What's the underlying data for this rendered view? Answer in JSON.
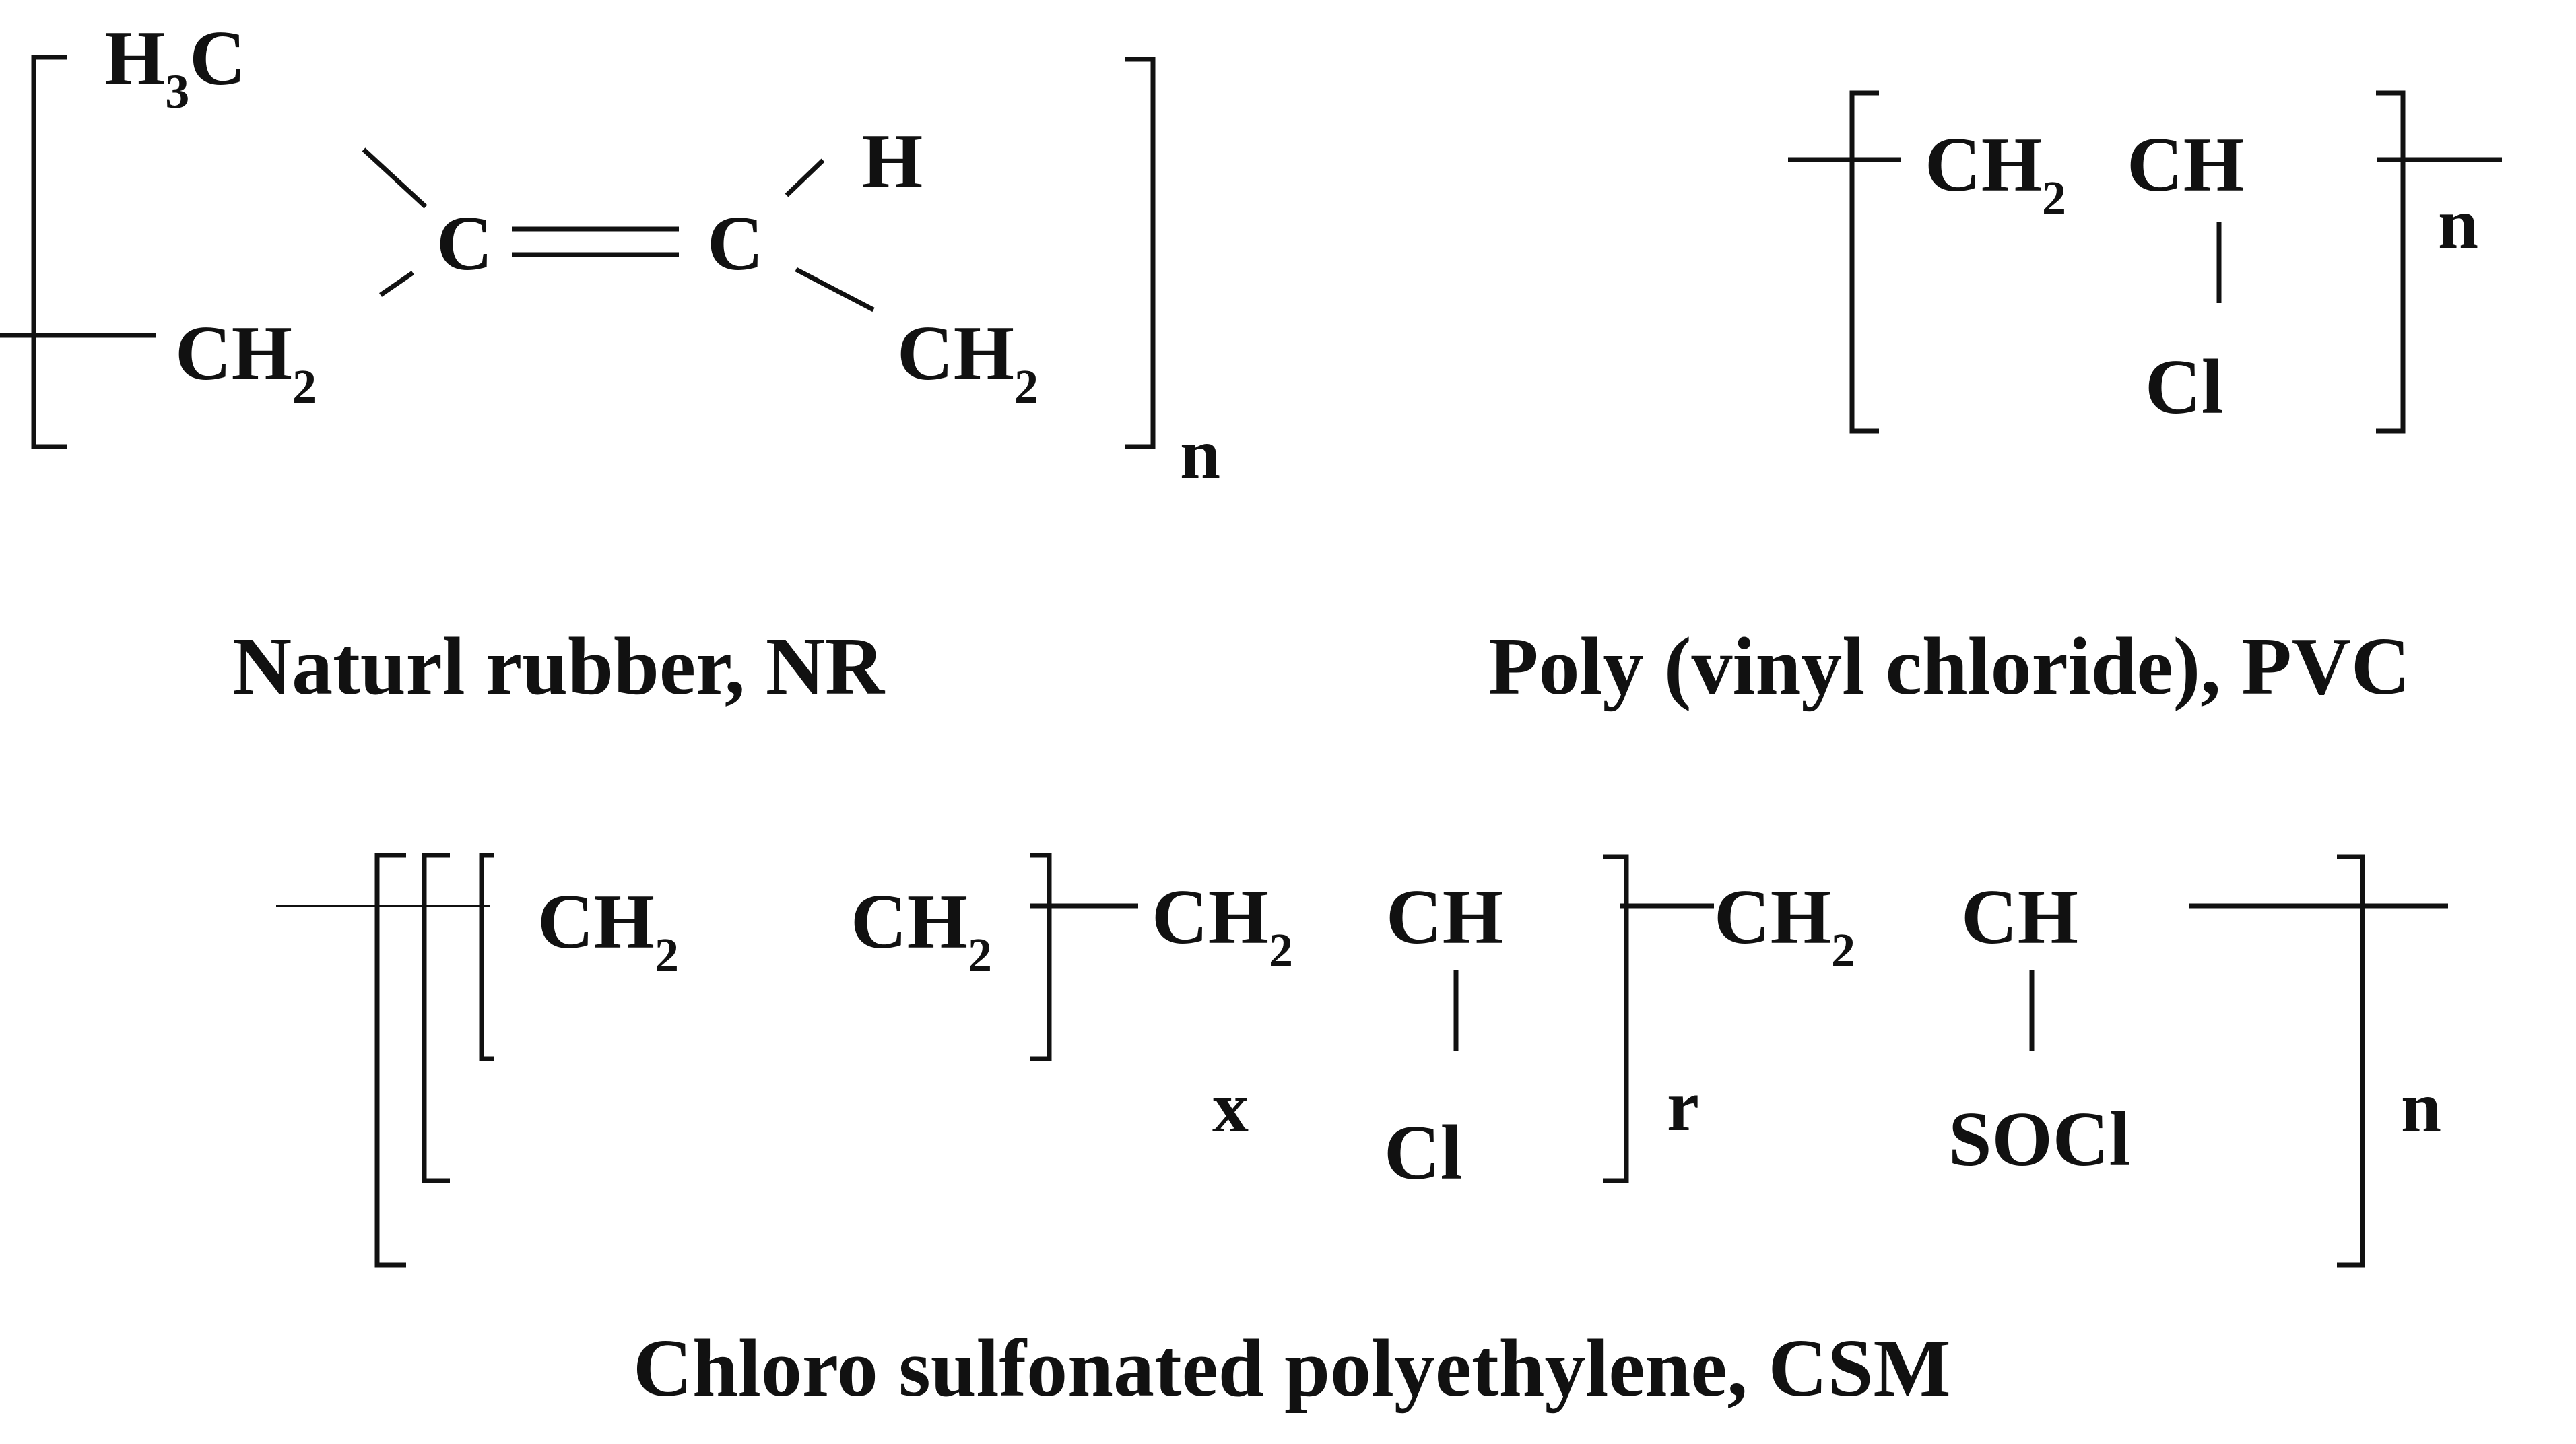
{
  "structures": {
    "nr": {
      "methyl": "H",
      "methyl_sub": "3",
      "methyl_c": "C",
      "c1": "C",
      "c2": "C",
      "h": "H",
      "ch2_left": "CH",
      "ch2_left_sub": "2",
      "ch2_right": "CH",
      "ch2_right_sub": "2",
      "repeat": "n",
      "caption": "Naturl rubber, NR"
    },
    "pvc": {
      "ch2": "CH",
      "ch2_sub": "2",
      "ch": "CH",
      "cl": "Cl",
      "repeat": "n",
      "caption": "Poly (vinyl chloride), PVC"
    },
    "csm": {
      "ch2_a": "CH",
      "ch2_a_sub": "2",
      "ch2_b": "CH",
      "ch2_b_sub": "2",
      "ch2_c": "CH",
      "ch2_c_sub": "2",
      "ch_a": "CH",
      "cl": "Cl",
      "ch2_d": "CH",
      "ch2_d_sub": "2",
      "ch_b": "CH",
      "socl": "SOCl",
      "repeat_x": "x",
      "repeat_r": "r",
      "repeat_n": "n",
      "caption": "Chloro sulfonated polyethylene, CSM"
    }
  },
  "colors": {
    "ink": "#111111",
    "background": "#ffffff"
  }
}
